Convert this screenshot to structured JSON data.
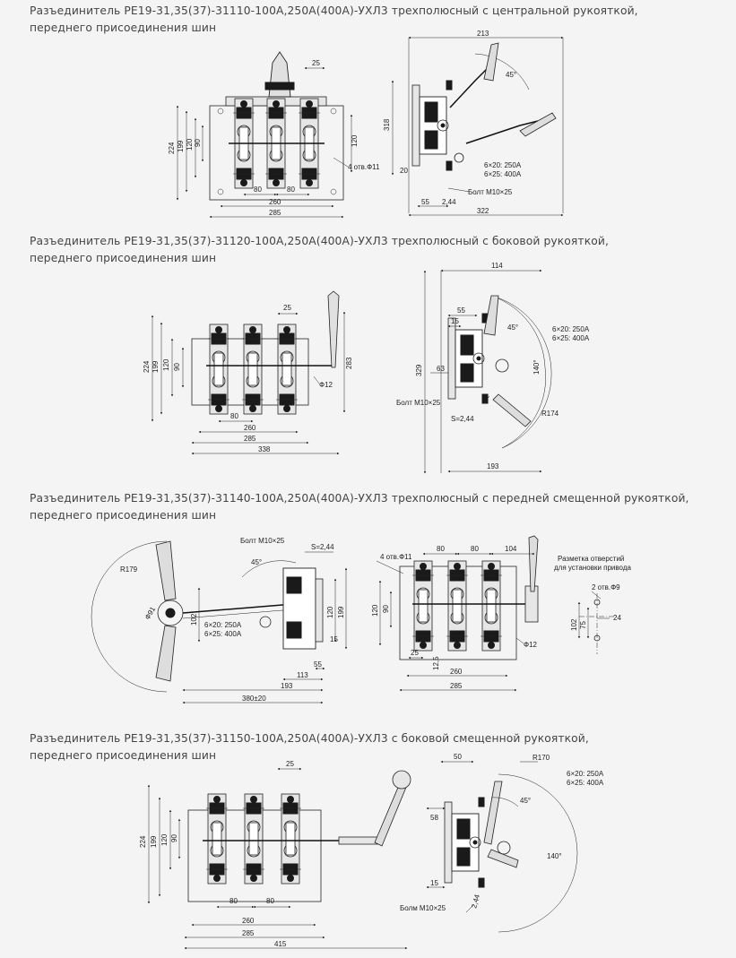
{
  "sections": [
    {
      "title_line1": "Разъединитель РЕ19-31,35(37)-31110-100А,250А(400А)-УХЛ3 трехполюсный с центральной рукояткой,",
      "title_line2": "переднего присоединения шин",
      "dims": [
        "25",
        "224",
        "199",
        "120",
        "90",
        "80",
        "80",
        "260",
        "285",
        "120",
        "4 отв.Ф11",
        "213",
        "318",
        "45°",
        "20",
        "55",
        "2,44",
        "322",
        "6×20: 250А",
        "6×25: 400А",
        "Болт М10×25"
      ]
    },
    {
      "title_line1": "Разъединитель РЕ19-31,35(37)-31120-100А,250А(400А)-УХЛ3 трехполюсный с боковой рукояткой,",
      "title_line2": "переднего присоединения шин",
      "dims": [
        "25",
        "224",
        "199",
        "120",
        "90",
        "80",
        "260",
        "285",
        "338",
        "283",
        "Ф12",
        "114",
        "55",
        "15",
        "45°",
        "329",
        "63",
        "140°",
        "R174",
        "Болт М10×25",
        "S=2,44",
        "193",
        "6×20: 250А",
        "6×25: 400А"
      ]
    },
    {
      "title_line1": "Разъединитель РЕ19-31,35(37)-31140-100А,250А(400А)-УХЛ3 трехполюсный с передней смещенной рукояткой,",
      "title_line2": "переднего присоединения шин",
      "dims": [
        "Болт М10×25",
        "S=2,44",
        "45°",
        "R179",
        "Ф91",
        "102",
        "199",
        "120",
        "6×20: 250А",
        "6×25: 400А",
        "15",
        "55",
        "113",
        "193",
        "380±20",
        "4 отв.Ф11",
        "80",
        "80",
        "104",
        "90",
        "120",
        "25",
        "12,5",
        "260",
        "285",
        "Ф12",
        "Разметка отверстий",
        "для установки привода",
        "2 отв.Ф9",
        "24",
        "102",
        "75"
      ]
    },
    {
      "title_line1": "Разъединитель РЕ19-31,35(37)-31150-100А,250А(400А)-УХЛ3 с боковой смещенной рукояткой,",
      "title_line2": "переднего присоединения шин",
      "dims": [
        "25",
        "224",
        "199",
        "120",
        "90",
        "80",
        "80",
        "260",
        "285",
        "415",
        "50",
        "R170",
        "6×20: 250А",
        "6×25: 400А",
        "45°",
        "58",
        "140°",
        "15",
        "Болм М10×25",
        "2,44"
      ]
    }
  ]
}
